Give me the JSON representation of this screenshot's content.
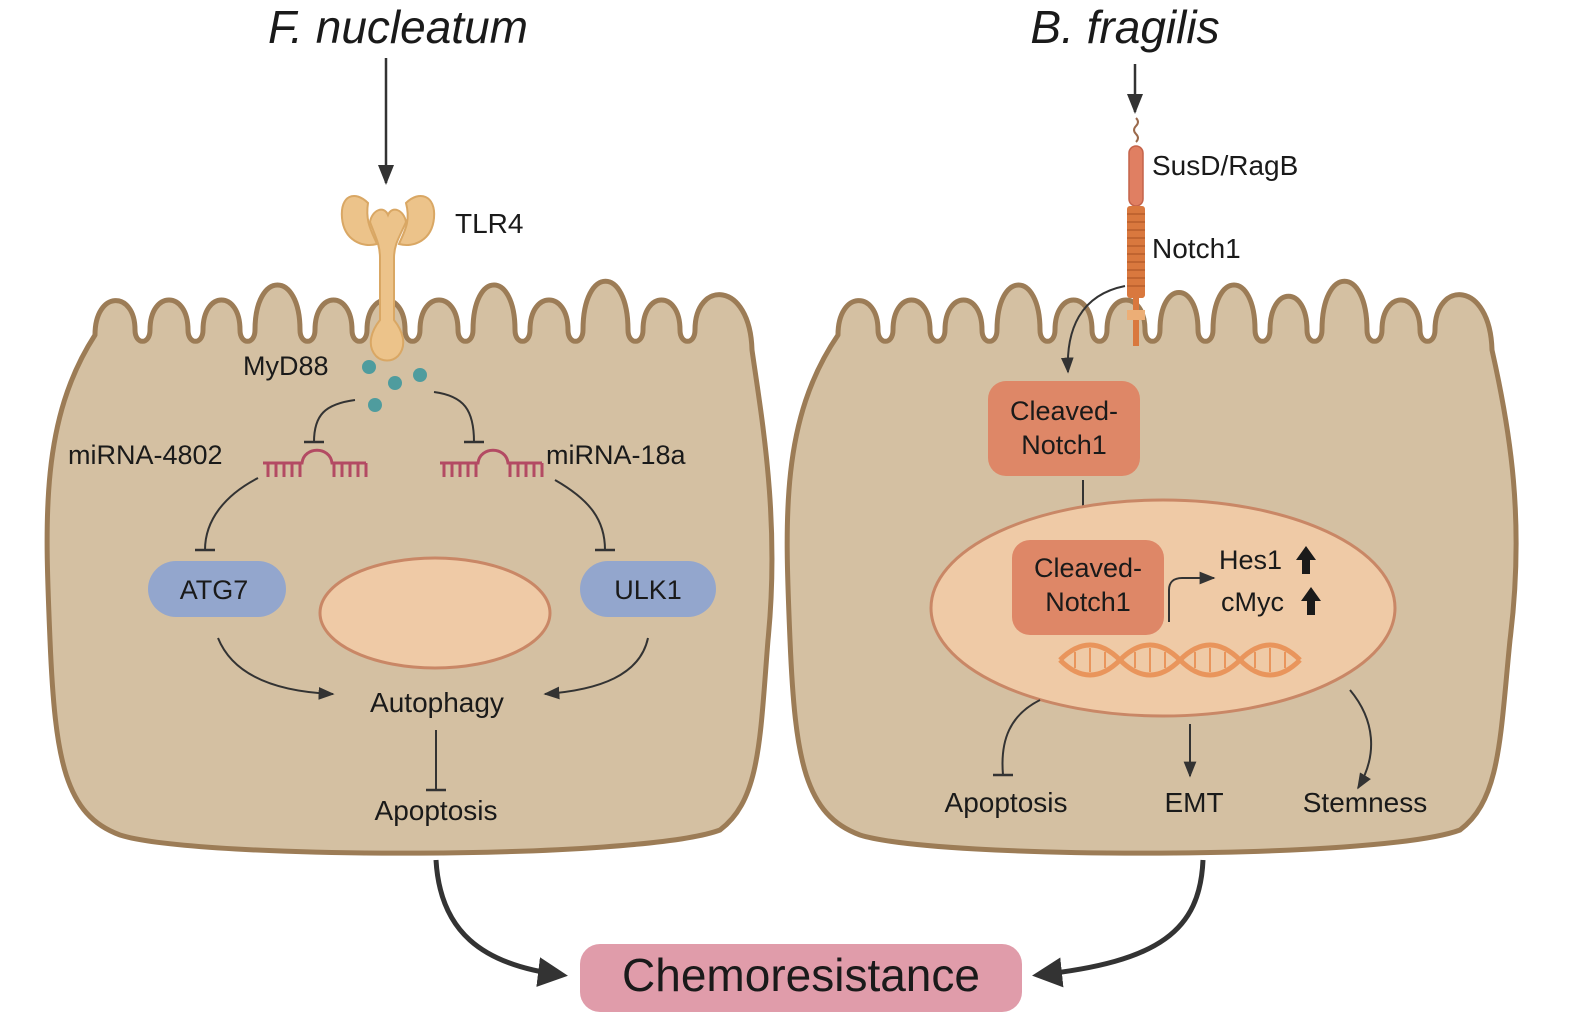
{
  "left_cell": {
    "title": "F. nucleatum",
    "receptor": "TLR4",
    "adaptor": "MyD88",
    "mirna_left": "miRNA-4802",
    "mirna_right": "miRNA-18a",
    "target_left": "ATG7",
    "target_right": "ULK1",
    "process": "Autophagy",
    "outcome": "Apoptosis"
  },
  "right_cell": {
    "title": "B. fragilis",
    "ligand": "SusD/RagB",
    "receptor": "Notch1",
    "cytoplasm_box": [
      "Cleaved-",
      "Notch1"
    ],
    "nucleus_box": [
      "Cleaved-",
      "Notch1"
    ],
    "genes": [
      "Hes1",
      "cMyc"
    ],
    "outcomes": [
      "Apoptosis",
      "EMT",
      "Stemness"
    ]
  },
  "result": "Chemoresistance",
  "colors": {
    "cell_fill": "#d4c0a2",
    "cell_stroke": "#9c7c56",
    "nucleus_fill": "#efcaa6",
    "nucleus_stroke": "#c98766",
    "receptor_fill": "#ecc38a",
    "myd88": "#4f9c9e",
    "mirna": "#b34a63",
    "protein_blue": "#93a6cd",
    "notch_box": "#de8767",
    "notch_orange": "#d9783e",
    "dna": "#e9955c",
    "result_fill": "#e09caa"
  }
}
